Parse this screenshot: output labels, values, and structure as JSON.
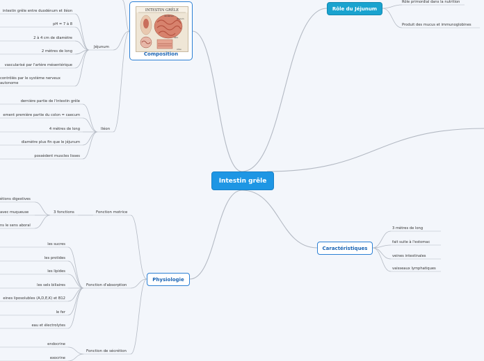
{
  "central": "Intestin grêle",
  "role_jejunum": {
    "label": "Rôle du Jéjunum",
    "items": [
      "Rôle primordial dans la nutrition",
      "Produit des mucus et immunoglobines"
    ]
  },
  "caracteristiques": {
    "label": "Caractéristiques",
    "items": [
      "3 mètres de long",
      "fait suite à l'estomac",
      "veines intestinales",
      "vaisseaux lymphatiques"
    ]
  },
  "composition": {
    "label": "Composition",
    "image_title": "INTESTIN GRÊLE",
    "image_labels": [
      "duodénum",
      "jéjunum",
      "iléon",
      "côlon"
    ],
    "jejunum": {
      "label": "Jéjunum",
      "items": [
        "intestin grêle entre duodénum et iléon",
        "pH = 7 à 8",
        "2 à 4 cm de diamètre",
        "2 mètres de long",
        "vascularisé par l'artère mésentérique",
        "contrôlés par le système nerveux autonome"
      ]
    },
    "ileon": {
      "label": "Iléon",
      "items": [
        "dernière partie de l'intestin grêle",
        "ement première partie du colon = caecum",
        "4 mètres de long",
        "diamètre plus fin que le jéjunum",
        "possèdent muscles lisses"
      ]
    }
  },
  "physiologie": {
    "label": "Physiologie",
    "motrice": {
      "label": "Fonction motrice",
      "sub_label": "3 fonctions",
      "items": [
        "étions digestives",
        "avec muqueuse",
        "ns le sens aboral"
      ]
    },
    "absorption": {
      "label": "Fonction d'absorption",
      "items": [
        "les sucres",
        "les protides",
        "les lipides",
        "les sels biliaires",
        "eines liposolubles (A,D,E,K) et B12",
        "le fer",
        "eau et électrolytes"
      ]
    },
    "secretion": {
      "label": "Fonction de sécrétion",
      "items": [
        "endocrine",
        "exocrine"
      ]
    }
  },
  "colors": {
    "link": "#b3b9c3",
    "central_fill": "#1e96e4",
    "main_border": "#2a7fd4",
    "teal_fill": "#1aa3cf"
  }
}
